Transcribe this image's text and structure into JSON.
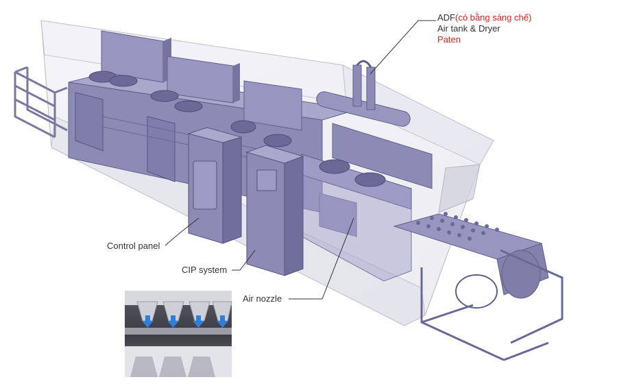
{
  "labels": {
    "adf_prefix": "ADF",
    "adf_note": "(có bằng sáng chế)",
    "air_tank": "Air tank & Dryer",
    "paten": "Paten",
    "control_panel": "Control panel",
    "cip_system": "CIP system",
    "air_nozzle": "Air nozzle"
  },
  "colors": {
    "machine_face": "#8d8bb6",
    "machine_top": "#a9a7cc",
    "machine_dark": "#6b6996",
    "enclosure_glass": "#e6e6ee",
    "annotation_red": "#e2231a",
    "annotation_text": "#333333",
    "nozzle_arrow": "#2f7fd8"
  }
}
